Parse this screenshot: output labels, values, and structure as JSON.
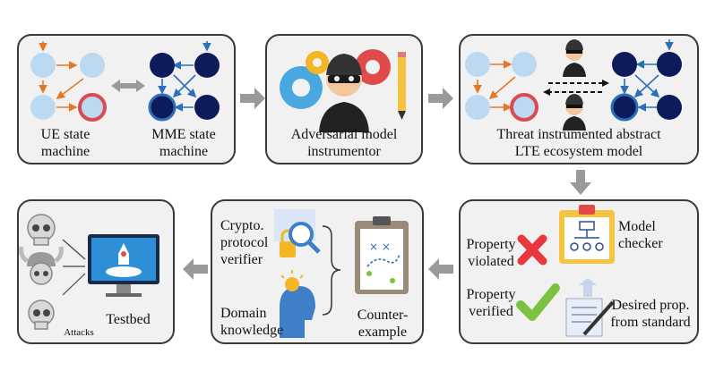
{
  "panels": {
    "ue_mme": {
      "ue_label": "UE state\nmachine",
      "mme_label": "MME state\nmachine"
    },
    "adversary": {
      "label": "Adversarial model\ninstrumentor"
    },
    "threat": {
      "label": "Threat instrumented abstract\nLTE  ecosystem model"
    },
    "checker": {
      "model_checker": "Model\nchecker",
      "property_violated": "Property\nviolated",
      "property_verified": "Property\nverified",
      "desired_prop": "Desired prop.\nfrom standard"
    },
    "cpv": {
      "crypto_verifier": "Crypto.\nprotocol\nverifier",
      "domain_knowledge": "Domain\nknowledge",
      "counter_example": "Counter-\nexample"
    },
    "testbed": {
      "label": "Testbed",
      "attacks": "Attacks"
    }
  },
  "colors": {
    "ue_node": "#bcd9f2",
    "mme_node": "#0d1b5c",
    "red_ring": "#d94a55",
    "orange_edge": "#e07a2a",
    "blue_edge": "#2a6fb8",
    "gray_arrow": "#9a9a9a",
    "check": "#7cc242",
    "cross": "#e8383d"
  }
}
